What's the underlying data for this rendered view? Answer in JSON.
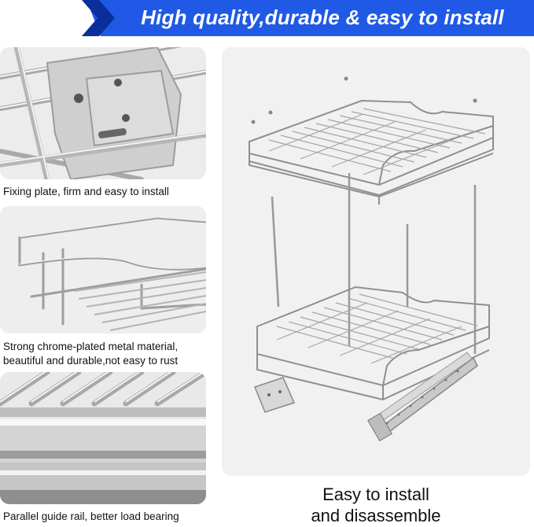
{
  "banner": {
    "title": "High quality,durable & easy to install",
    "colors": {
      "primary": "#1f59e6",
      "dark": "#0a2f9c"
    }
  },
  "features": [
    {
      "caption": "Fixing plate, firm and easy to install"
    },
    {
      "caption_line1": "Strong chrome-plated metal material,",
      "caption_line2": "beautiful and durable,not easy to rust"
    },
    {
      "caption": "Parallel guide rail, better load bearing"
    }
  ],
  "main": {
    "caption_line1": "Easy to install",
    "caption_line2": "and disassemble"
  }
}
